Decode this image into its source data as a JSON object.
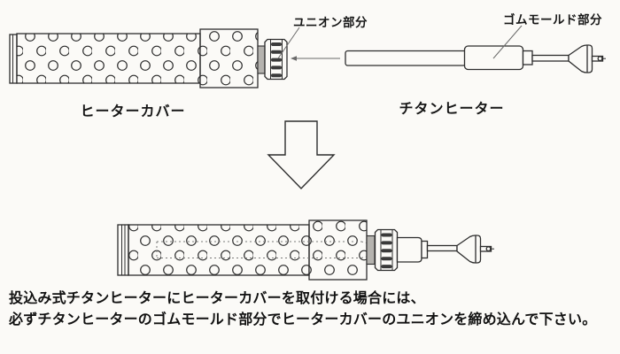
{
  "page": {
    "background": "#fbfaf7",
    "line_color": "#2d2d2d",
    "leader_color": "#6a6a6a",
    "bar_color": "#3a3a3a",
    "flange_color": "#b5b3af"
  },
  "callouts": {
    "union_label": "ユニオン部分",
    "rubber_mold_label": "ゴムモールド部分"
  },
  "captions": {
    "heater_cover": "ヒーターカバー",
    "titanium_heater": "チタンヒーター"
  },
  "instructions": {
    "line1": "投込み式チタンヒーターにヒーターカバーを取付ける場合には、",
    "line2": "必ずチタンヒーターのゴムモールド部分でヒーターカバーのユニオンを締め込んで下さい。"
  },
  "icons": {
    "down_arrow": "down-block-arrow",
    "insert_arrow": "left-insert-arrow"
  }
}
